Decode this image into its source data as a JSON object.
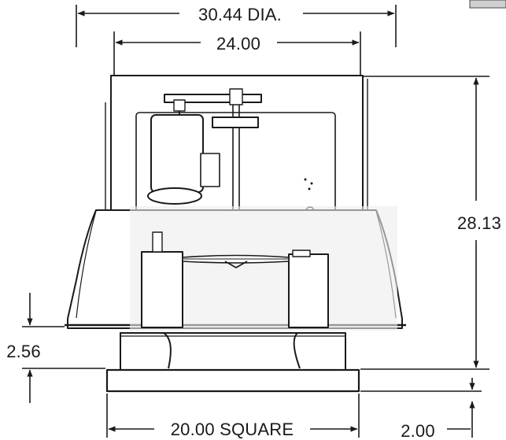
{
  "drawing": {
    "overall_diameter_label": "30.44 DIA.",
    "hood_width_label": "24.00",
    "overall_height_label": "28.13",
    "curb_height_label": "2.56",
    "base_square_label": "20.00 SQUARE",
    "side_offset_label": "2.00"
  },
  "colors": {
    "line": "#1a1a1a",
    "paper": "#ffffff",
    "shade": "#ececec"
  }
}
